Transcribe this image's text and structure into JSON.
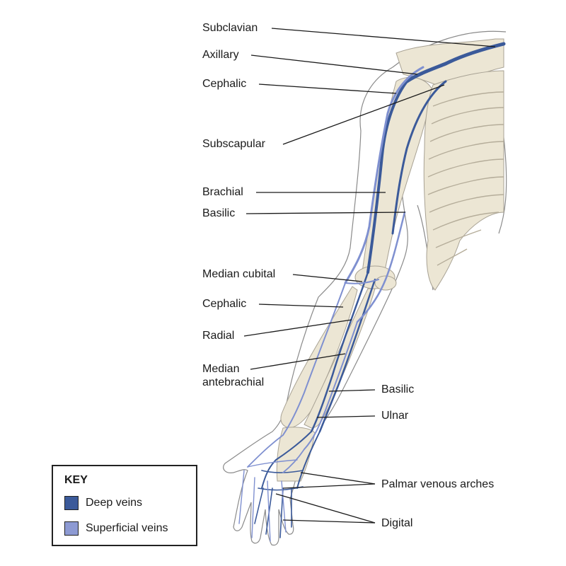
{
  "labels": {
    "subclavian": "Subclavian",
    "axillary": "Axillary",
    "cephalic_upper": "Cephalic",
    "subscapular": "Subscapular",
    "brachial": "Brachial",
    "basilic_upper": "Basilic",
    "median_cubital": "Median cubital",
    "cephalic_lower": "Cephalic",
    "radial": "Radial",
    "median_antebrachial": "Median antebrachial",
    "basilic_lower": "Basilic",
    "ulnar": "Ulnar",
    "palmar_venous_arches": "Palmar venous arches",
    "digital": "Digital"
  },
  "key": {
    "title": "KEY",
    "items": [
      {
        "label": "Deep veins",
        "color": "#3b5a9a"
      },
      {
        "label": "Superficial veins",
        "color": "#8d9ad3"
      }
    ]
  },
  "colors": {
    "deep_vein": "#3b5a9a",
    "superficial_vein": "#7f90d0",
    "bone": "#ece6d4",
    "bone_outline": "#a8a294",
    "skin_outline": "#888888",
    "leader_line": "#1a1a1a"
  }
}
